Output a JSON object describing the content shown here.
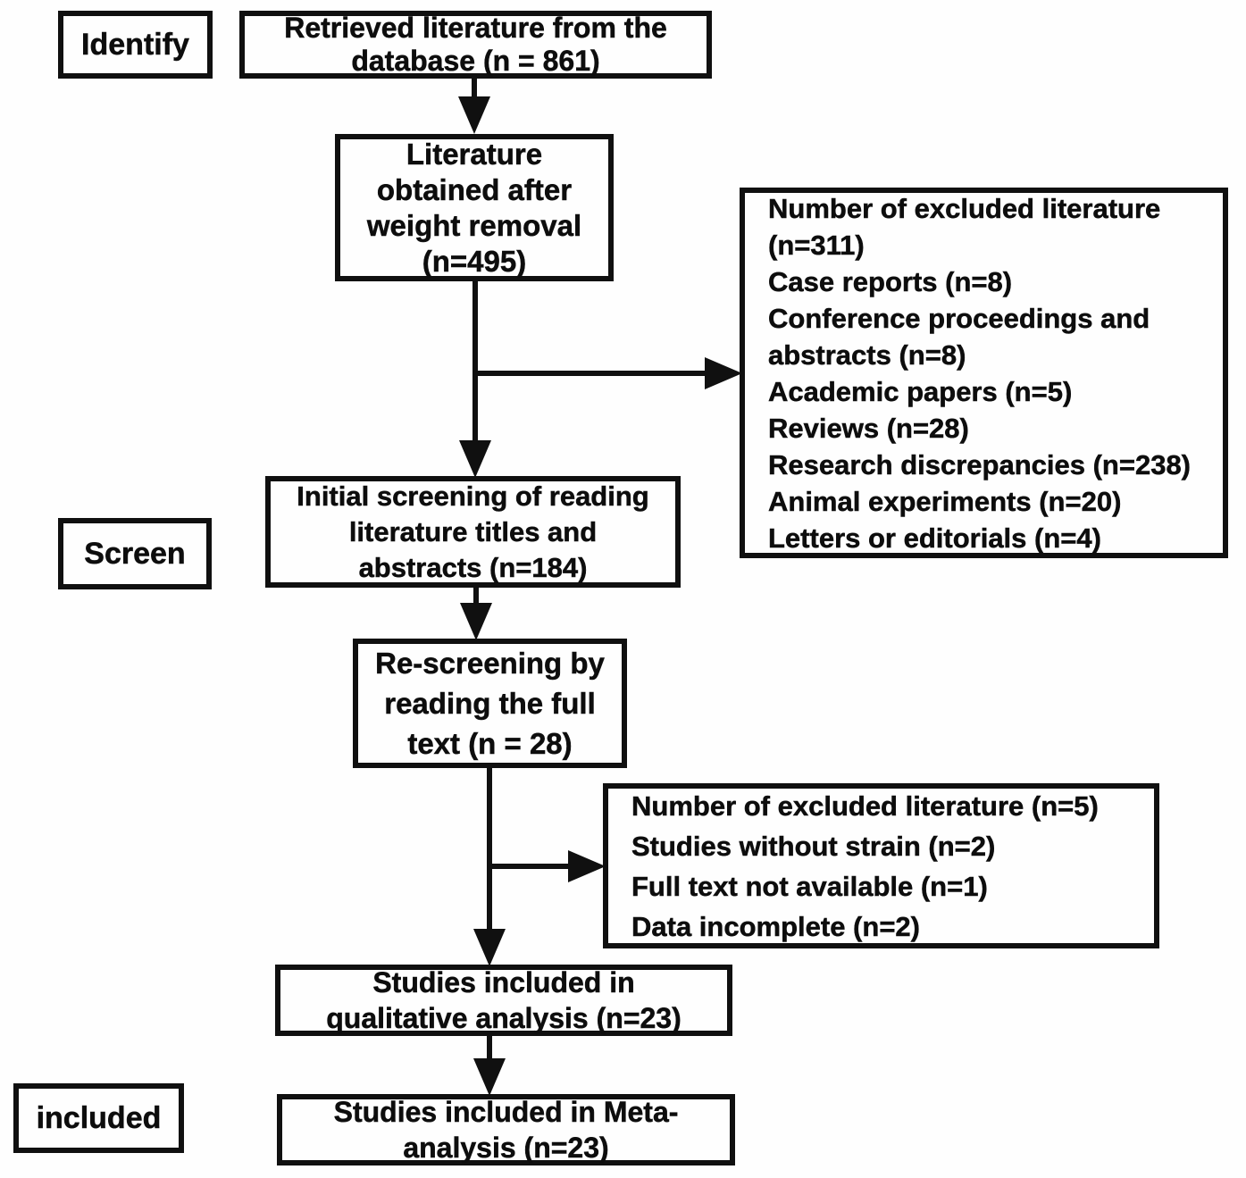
{
  "figure": {
    "type": "prisma-flow-diagram",
    "background_color": "#fefefe",
    "line_color": "#101010"
  },
  "stages": {
    "identify": "Identify",
    "screen": "Screen",
    "included": "included"
  },
  "nodes": {
    "retrieved": {
      "n": 861,
      "lines": [
        "Retrieved literature from the",
        "database (n = 861)"
      ]
    },
    "weight_removal": {
      "n": 495,
      "lines": [
        "Literature",
        "obtained after",
        "weight removal",
        "(n=495)"
      ]
    },
    "excluded_initial": {
      "n": 311,
      "lines": [
        "Number of excluded literature",
        "(n=311)",
        "Case reports (n=8)",
        "Conference proceedings and",
        "abstracts (n=8)",
        "Academic papers (n=5)",
        "Reviews (n=28)",
        "Research discrepancies (n=238)",
        "Animal experiments (n=20)",
        "Letters or editorials (n=4)"
      ]
    },
    "initial_screening": {
      "n": 184,
      "lines": [
        "Initial screening of reading",
        "literature titles and",
        "abstracts (n=184)"
      ]
    },
    "rescreening": {
      "n": 28,
      "lines": [
        "Re-screening by",
        "reading the full",
        "text (n = 28)"
      ]
    },
    "excluded_fulltext": {
      "n": 5,
      "lines": [
        "Number of excluded literature (n=5)",
        "Studies without strain (n=2)",
        "Full text not available (n=1)",
        "Data incomplete (n=2)"
      ]
    },
    "qualitative": {
      "n": 23,
      "lines": [
        "Studies included in",
        "qualitative analysis (n=23)"
      ]
    },
    "meta": {
      "n": 23,
      "lines": [
        "Studies included in Meta-",
        "analysis (n=23)"
      ]
    }
  }
}
